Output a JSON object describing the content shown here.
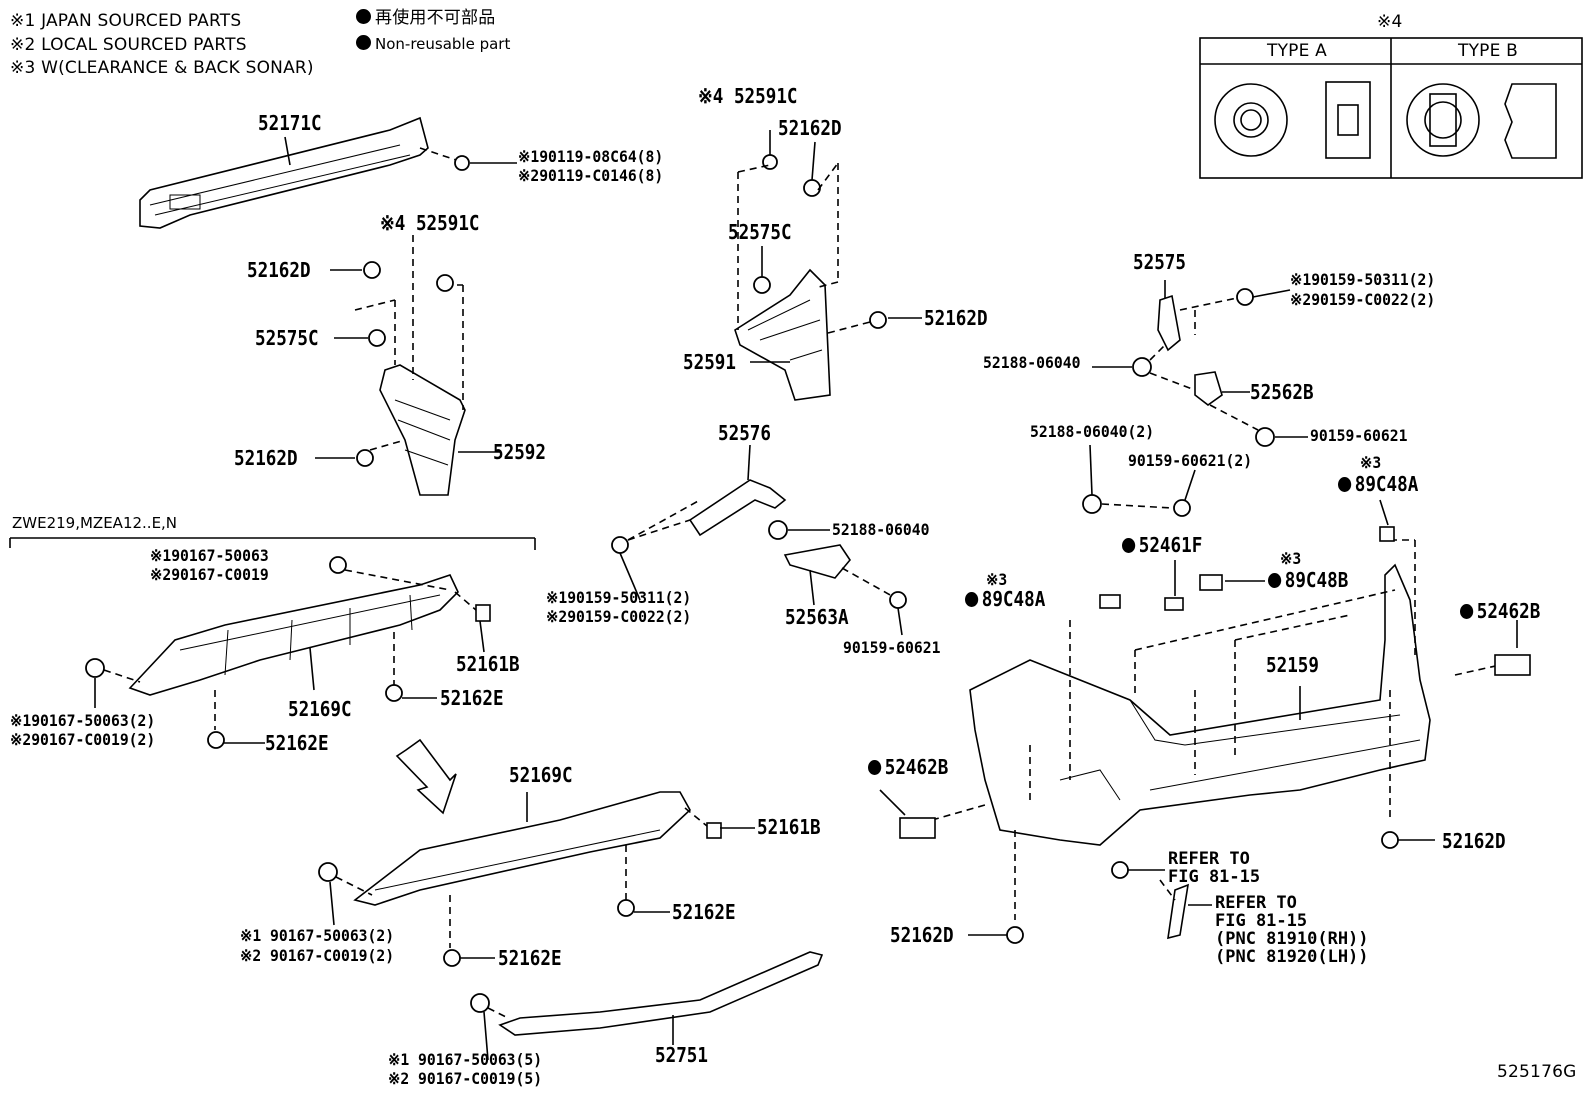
{
  "header": {
    "notes": [
      "※1 JAPAN SOURCED PARTS",
      "※2 LOCAL SOURCED PARTS",
      "※3 W(CLEARANCE & BACK SONAR)"
    ],
    "legend_jp": "再使用不可部品",
    "legend_en": "Non-reusable part"
  },
  "type_box": {
    "mark": "※4",
    "type_a": "TYPE A",
    "type_b": "TYPE B"
  },
  "variant_label": "ZWE219,MZEA12..E,N",
  "labels": {
    "p52171C": "52171C",
    "b1": "※190119-08C64(8)",
    "b2": "※290119-C0146(8)",
    "l52591C_a": "※4 52591C",
    "l52162D_a": "52162D",
    "l52575C_a": "52575C",
    "l52162D_b": "52162D",
    "l52592": "52592",
    "l52591C_b": "※4 52591C",
    "l52162D_c": "52162D",
    "l52575C_b": "52575C",
    "l52162D_d": "52162D",
    "l52591": "52591",
    "l52576": "52576",
    "l52188_a": "52188-06040",
    "l52563A": "52563A",
    "l90159_a": "90159-60621",
    "l90159_50311_1": "※190159-50311(2)",
    "l90159_c0022_1": "※290159-C0022(2)",
    "l52575": "52575",
    "l90159_50311_2": "※190159-50311(2)",
    "l90159_c0022_2": "※290159-C0022(2)",
    "l52188_b": "52188-06040",
    "l52562B": "52562B",
    "l90159_b": "90159-60621",
    "l52188_c": "52188-06040(2)",
    "l90159_c": "90159-60621(2)",
    "l89C48A_a_mark": "※3",
    "l89C48A_a": "89C48A",
    "l52461F": "52461F",
    "l89C48B_mark": "※3",
    "l89C48B": "89C48B",
    "l89C48A_b_mark": "※3",
    "l89C48A_b": "89C48A",
    "l52462B_a": "52462B",
    "l52159": "52159",
    "l52462B_b": "52462B",
    "l52162D_e": "52162D",
    "l52162D_f": "52162D",
    "ref1_a": "REFER TO",
    "ref1_b": "FIG 81-15",
    "ref2_a": "REFER TO",
    "ref2_b": "FIG 81-15",
    "ref2_c": "(PNC 81910(RH))",
    "ref2_d": "(PNC 81920(LH))",
    "v_90167_50063": "※190167-50063",
    "v_90167_c0019": "※290167-C0019",
    "v_52161B": "52161B",
    "v_52162E_a": "52162E",
    "v_52169C": "52169C",
    "v_90167_50063_2": "※190167-50063(2)",
    "v_90167_c0019_2": "※290167-C0019(2)",
    "v_52162E_b": "52162E",
    "d_52169C": "52169C",
    "d_52161B": "52161B",
    "d_52162E_a": "52162E",
    "d_90167_50063_2": "※1 90167-50063(2)",
    "d_90167_c0019_2": "※2 90167-C0019(2)",
    "d_52162E_b": "52162E",
    "d_52751": "52751",
    "d_90167_50063_5": "※1 90167-50063(5)",
    "d_90167_c0019_5": "※2 90167-C0019(5)"
  },
  "figure_id": "525176G"
}
